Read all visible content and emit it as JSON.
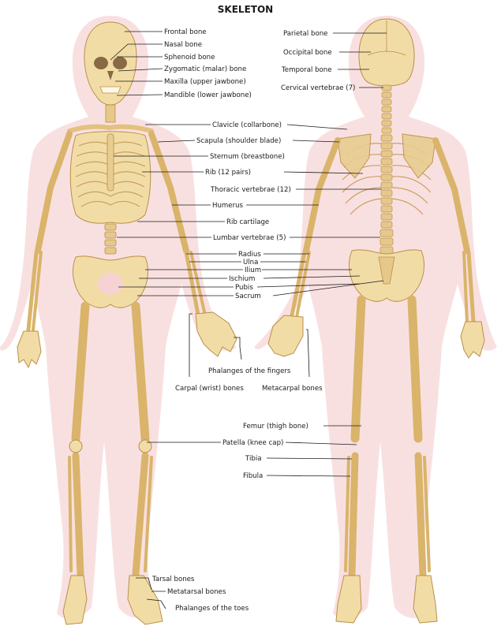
{
  "title": "SKELETON",
  "colors": {
    "background": "#ffffff",
    "body_outline": "#f6d3d2",
    "bone": "#f2dca6",
    "bone_shade": "#d9b46a",
    "bone_edge": "#b8904a",
    "leader": "#1a1a1a",
    "text": "#1a1a1a"
  },
  "labels": {
    "frontal": "Frontal bone",
    "nasal": "Nasal bone",
    "sphenoid": "Sphenoid bone",
    "zygomatic": "Zygomatic (malar) bone",
    "maxilla": "Maxilla (upper jawbone)",
    "mandible": "Mandible (lower jawbone)",
    "parietal": "Parietal bone",
    "occipital": "Occipital bone",
    "temporal": "Temporal bone",
    "cervical": "Cervical vertebrae (7)",
    "clavicle": "Clavicle (collarbone)",
    "scapula": "Scapula (shoulder blade)",
    "sternum": "Sternum (breastbone)",
    "rib": "Rib (12 pairs)",
    "thoracic": "Thoracic vertebrae (12)",
    "humerus": "Humerus",
    "rib_cartilage": "Rib cartilage",
    "lumbar": "Lumbar vertebrae (5)",
    "radius": "Radius",
    "ulna": "Ulna",
    "ilium": "Ilium",
    "ischium": "Ischium",
    "pubis": "Pubis",
    "sacrum": "Sacrum",
    "phalanges_fingers": "Phalanges of the fingers",
    "carpal": "Carpal (wrist) bones",
    "metacarpal": "Metacarpal bones",
    "femur": "Femur (thigh bone)",
    "patella": "Patella (knee cap)",
    "tibia": "Tibia",
    "fibula": "Fibula",
    "tarsal": "Tarsal bones",
    "metatarsal": "Metatarsal bones",
    "phalanges_toes": "Phalanges of the toes"
  }
}
